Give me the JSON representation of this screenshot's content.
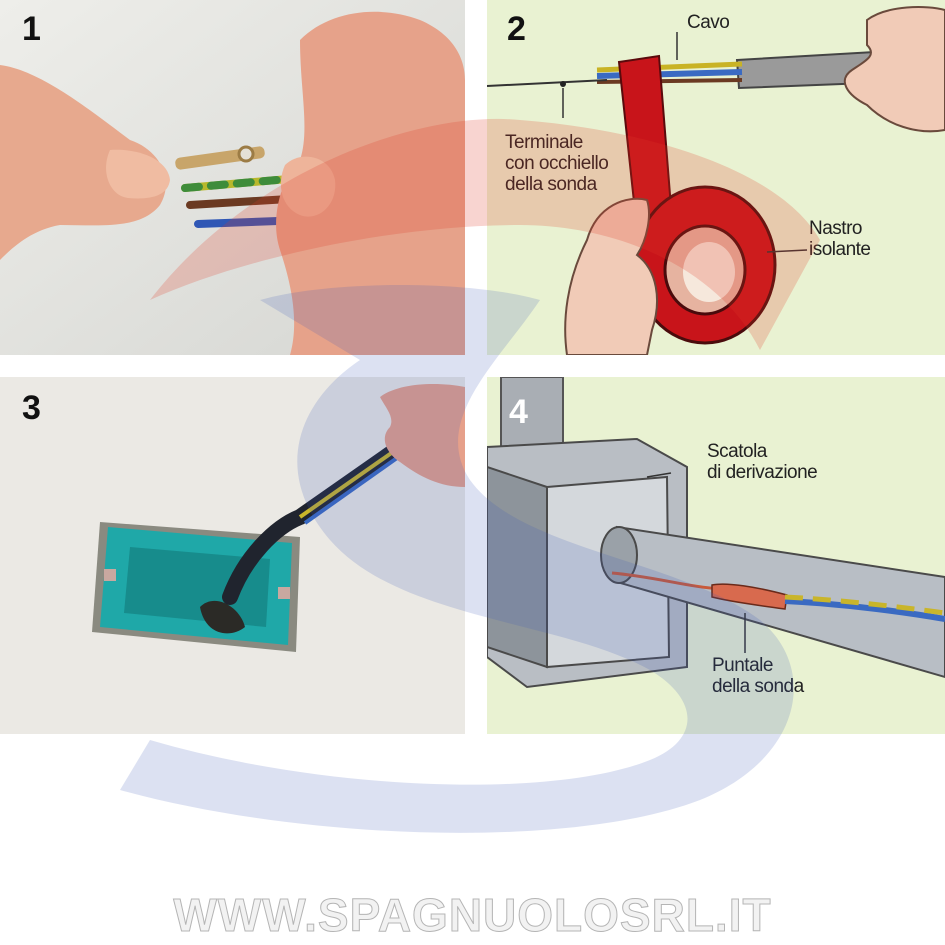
{
  "panels": [
    {
      "number": "1"
    },
    {
      "number": "2",
      "labels": {
        "cable": "Cavo",
        "terminal": "Terminale\ncon occhiello\ndella sonda",
        "tape": "Nastro\nisolante"
      }
    },
    {
      "number": "3"
    },
    {
      "number": "4",
      "labels": {
        "box": "Scatola\ndi derivazione",
        "tip": "Puntale\ndella sonda"
      }
    }
  ],
  "watermark": {
    "text": "WWW.SPAGNUOLOSRL.IT",
    "colors": {
      "red": "#e03a2a",
      "blue": "#3d5bb8"
    }
  },
  "colors": {
    "tape_red": "#c8141a",
    "background_green": "#e9f2d2"
  }
}
